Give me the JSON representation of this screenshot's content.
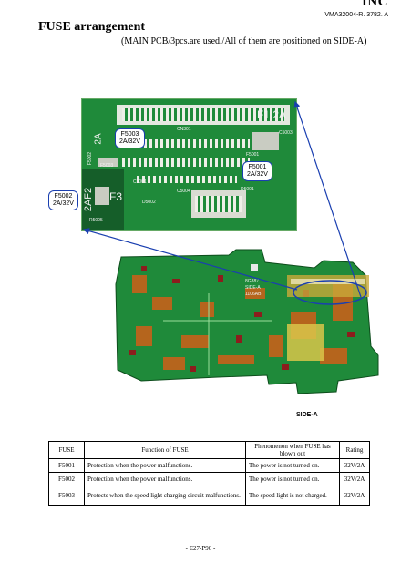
{
  "header": {
    "brand": "INC",
    "doc_code": "VMA32004-R. 3782. A"
  },
  "title": "FUSE arrangement",
  "subtitle": "(MAIN PCB/3pcs.are used./All of them are positioned on SIDE-A)",
  "zoom": {
    "silk": [
      "F1 2A",
      "2A",
      "F3",
      "2AF2",
      "CN301",
      "F5003",
      "F5001",
      "F5002",
      "C5003",
      "C5004",
      "C5001",
      "D5001",
      "D5002",
      "R5005"
    ],
    "callouts": [
      {
        "name": "F5003",
        "line1": "F5003",
        "line2": "2A/32V"
      },
      {
        "name": "F5001",
        "line1": "F5001",
        "line2": "2A/32V"
      },
      {
        "name": "F5002",
        "line1": "F5002",
        "line2": "2A/32V"
      }
    ]
  },
  "board": {
    "silk": [
      "8G387",
      "SIDE-A",
      "1106AB"
    ],
    "label": "SIDE-A"
  },
  "table": {
    "headers": [
      "FUSE",
      "Function of FUSE",
      "Phenomenon when FUSE has blown out",
      "Rating"
    ],
    "rows": [
      [
        "F5001",
        "Protection when the power malfunctions.",
        "The power is not turned on.",
        "32V/2A"
      ],
      [
        "F5002",
        "Protection when the power malfunctions.",
        "The power is not turned on.",
        "32V/2A"
      ],
      [
        "F5003",
        "Protects when the speed light charging circuit malfunctions.",
        "The speed light is not charged.",
        "32V/2A"
      ]
    ]
  },
  "footer": "- E27-P90 -",
  "colors": {
    "pcb_green": "#1f8a3a",
    "arrow_blue": "#1a3fb0",
    "copper": "#b5651d"
  }
}
